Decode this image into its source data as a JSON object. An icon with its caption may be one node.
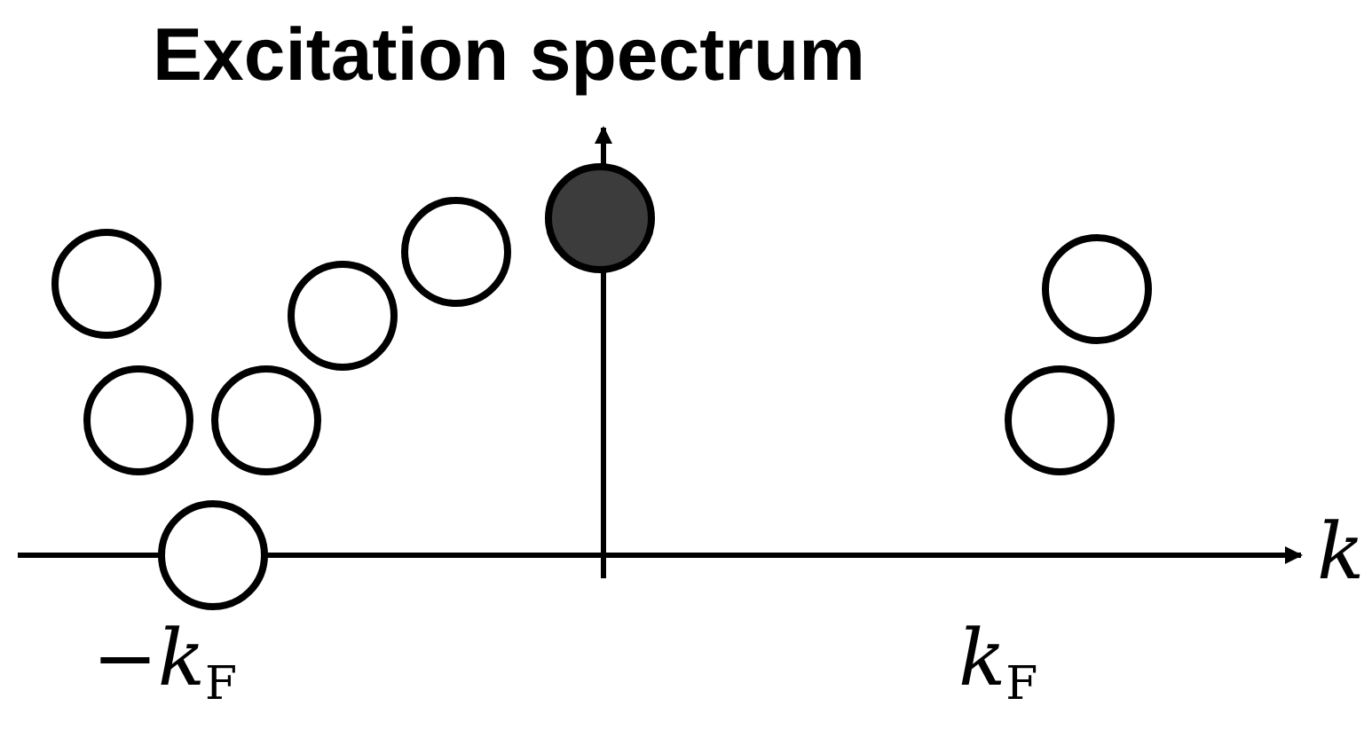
{
  "diagram": {
    "title": "Excitation spectrum",
    "labels": [
      "k",
      "−*k*$_{F}$",
      "*k*$_{F}$"
    ]
  }
}
